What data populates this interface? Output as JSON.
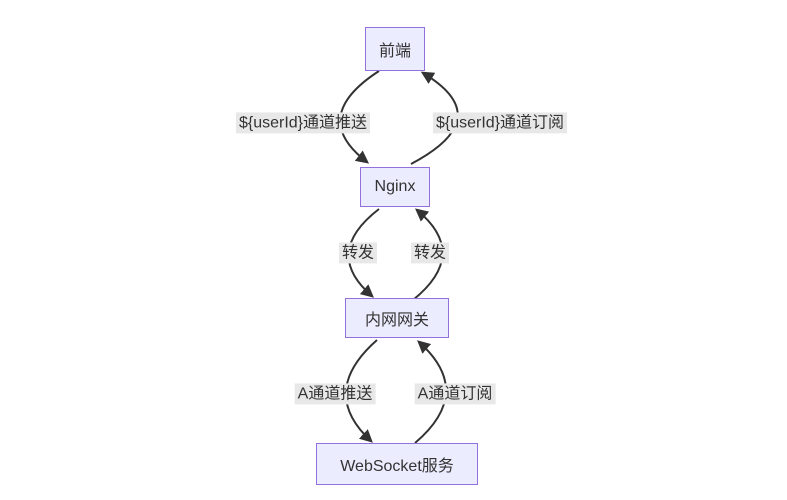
{
  "diagram": {
    "type": "flowchart-vertical",
    "colors": {
      "node_fill": "#ECECFF",
      "node_border": "#9370DB",
      "edge_stroke": "#333333",
      "edge_label_bg": "#e8e8e8",
      "text": "#333333",
      "background": "#ffffff"
    },
    "nodes": [
      {
        "id": "frontend",
        "label": "前端"
      },
      {
        "id": "nginx",
        "label": "Nginx"
      },
      {
        "id": "gateway",
        "label": "内网网关"
      },
      {
        "id": "websocket",
        "label": "WebSocket服务"
      }
    ],
    "edges": [
      {
        "from": "frontend",
        "to": "nginx",
        "label": "${userId}通道推送",
        "direction": "down"
      },
      {
        "from": "nginx",
        "to": "frontend",
        "label": "${userId}通道订阅",
        "direction": "up"
      },
      {
        "from": "nginx",
        "to": "gateway",
        "label": "转发",
        "direction": "down"
      },
      {
        "from": "gateway",
        "to": "nginx",
        "label": "转发",
        "direction": "up"
      },
      {
        "from": "gateway",
        "to": "websocket",
        "label": "A通道推送",
        "direction": "down"
      },
      {
        "from": "websocket",
        "to": "gateway",
        "label": "A通道订阅",
        "direction": "up"
      }
    ]
  }
}
